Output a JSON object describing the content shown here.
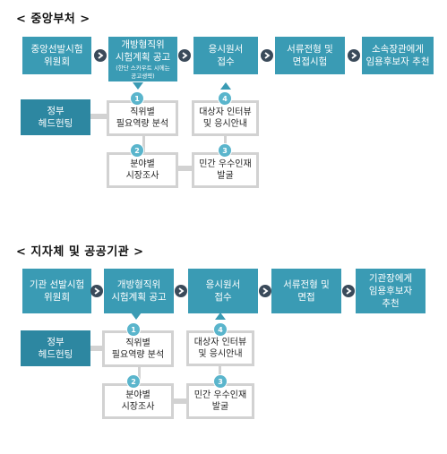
{
  "sections": [
    {
      "title": "< 중앙부처 >",
      "steps": [
        {
          "lines": [
            "중앙선발시험",
            "위원회"
          ]
        },
        {
          "lines": [
            "개방형직위",
            "시험계획 공고"
          ],
          "note": [
            "(한단 스카우트 시에는",
            "공고생략)"
          ]
        },
        {
          "lines": [
            "응시원서",
            "접수"
          ]
        },
        {
          "lines": [
            "서류전형 및",
            "면접시험"
          ]
        },
        {
          "lines": [
            "소속장관에게",
            "임용후보자 추천"
          ]
        }
      ],
      "headhunting": [
        "정부",
        "헤드헌팅"
      ],
      "sub_steps": [
        {
          "num": "1",
          "lines": [
            "직위별",
            "필요역량 분석"
          ]
        },
        {
          "num": "2",
          "lines": [
            "분야별",
            "시장조사"
          ]
        },
        {
          "num": "3",
          "lines": [
            "민간 우수인재",
            "발굴"
          ]
        },
        {
          "num": "4",
          "lines": [
            "대상자 인터뷰",
            "및 응시안내"
          ]
        }
      ]
    },
    {
      "title": "< 지자체 및 공공기관 >",
      "steps": [
        {
          "lines": [
            "기관 선발시험",
            "위원회"
          ]
        },
        {
          "lines": [
            "개방형직위",
            "시험계획 공고"
          ]
        },
        {
          "lines": [
            "응시원서",
            "접수"
          ]
        },
        {
          "lines": [
            "서류전형 및",
            "면접"
          ]
        },
        {
          "lines": [
            "기관장에게",
            "임용후보자",
            "추천"
          ]
        }
      ],
      "headhunting": [
        "정부",
        "헤드헌팅"
      ],
      "sub_steps": [
        {
          "num": "1",
          "lines": [
            "직위별",
            "필요역량 분석"
          ]
        },
        {
          "num": "2",
          "lines": [
            "분야별",
            "시장조사"
          ]
        },
        {
          "num": "3",
          "lines": [
            "민간 우수인재",
            "발굴"
          ]
        },
        {
          "num": "4",
          "lines": [
            "대상자 인터뷰",
            "및 응시안내"
          ]
        }
      ]
    }
  ],
  "colors": {
    "step_box": "#3a9bb4",
    "headhunting_box": "#2d87a1",
    "arrow_circle": "#3a4a5a",
    "number_badge": "#5ab5cc",
    "connector": "#d2d2d2"
  }
}
